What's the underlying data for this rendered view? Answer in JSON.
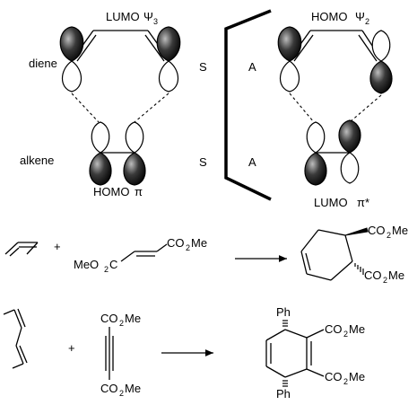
{
  "orbital_diagram": {
    "left": {
      "lumo_label": "LUMO",
      "lumo_psi": "Ψ",
      "lumo_psi_sub": "3",
      "diene_label": "diene",
      "alkene_label": "alkene",
      "homo_label": "HOMO",
      "homo_pi": "π"
    },
    "symmetry": {
      "top_left": "S",
      "bottom_left": "S",
      "top_right": "A",
      "bottom_right": "A"
    },
    "right": {
      "homo_label": "HOMO",
      "homo_psi": "Ψ",
      "homo_psi_sub": "2",
      "lumo_label": "LUMO",
      "lumo_pi_star": "π*"
    }
  },
  "reactions": [
    {
      "plus": "+",
      "reagent_ester_left": "MeO",
      "reagent_ester_left_sub": "2",
      "reagent_ester_left_c": "C",
      "reagent_ester_right": "CO",
      "reagent_ester_right_sub": "2",
      "reagent_ester_right_me": "Me",
      "product_top": "CO",
      "product_top_sub": "2",
      "product_top_me": "Me",
      "product_bottom": "CO",
      "product_bottom_sub": "2",
      "product_bottom_me": "Me"
    },
    {
      "plus": "+",
      "alkyne_top": "CO",
      "alkyne_top_sub": "2",
      "alkyne_top_me": "Me",
      "alkyne_bottom": "CO",
      "alkyne_bottom_sub": "2",
      "alkyne_bottom_me": "Me",
      "product_ph_top": "Ph",
      "product_ph_bottom": "Ph",
      "product_top": "CO",
      "product_top_sub": "2",
      "product_top_me": "Me",
      "product_bottom": "CO",
      "product_bottom_sub": "2",
      "product_bottom_me": "Me"
    }
  ]
}
